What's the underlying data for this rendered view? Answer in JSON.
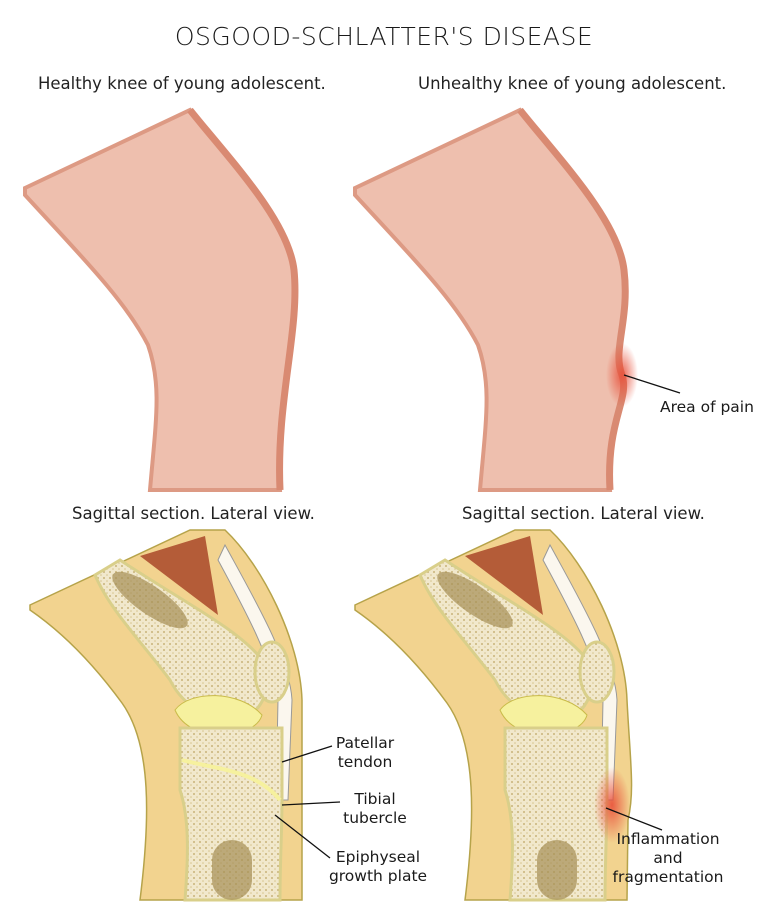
{
  "title": "OSGOOD-SCHLATTER'S DISEASE",
  "panels": {
    "healthy": "Healthy knee of young adolescent.",
    "unhealthy": "Unhealthy knee of young adolescent.",
    "section_left": "Sagittal section. Lateral view.",
    "section_right": "Sagittal section. Lateral view."
  },
  "labels": {
    "pain": "Area of pain",
    "patellar_1": "Patellar",
    "patellar_2": "tendon",
    "tibial_1": "Tibial",
    "tibial_2": "tubercle",
    "epi_1": "Epiphyseal",
    "epi_2": "growth plate",
    "infl_1": "Inflammation",
    "infl_2": "and",
    "infl_3": "fragmentation"
  },
  "colors": {
    "skin": "#eebfae",
    "skin_edge": "#dd9a84",
    "section_bg": "#f2d38f",
    "bone": "#f1e8cc",
    "cartilage": "#f6f19e",
    "muscle": "#b45c38",
    "inflammation": "#e8503a"
  }
}
